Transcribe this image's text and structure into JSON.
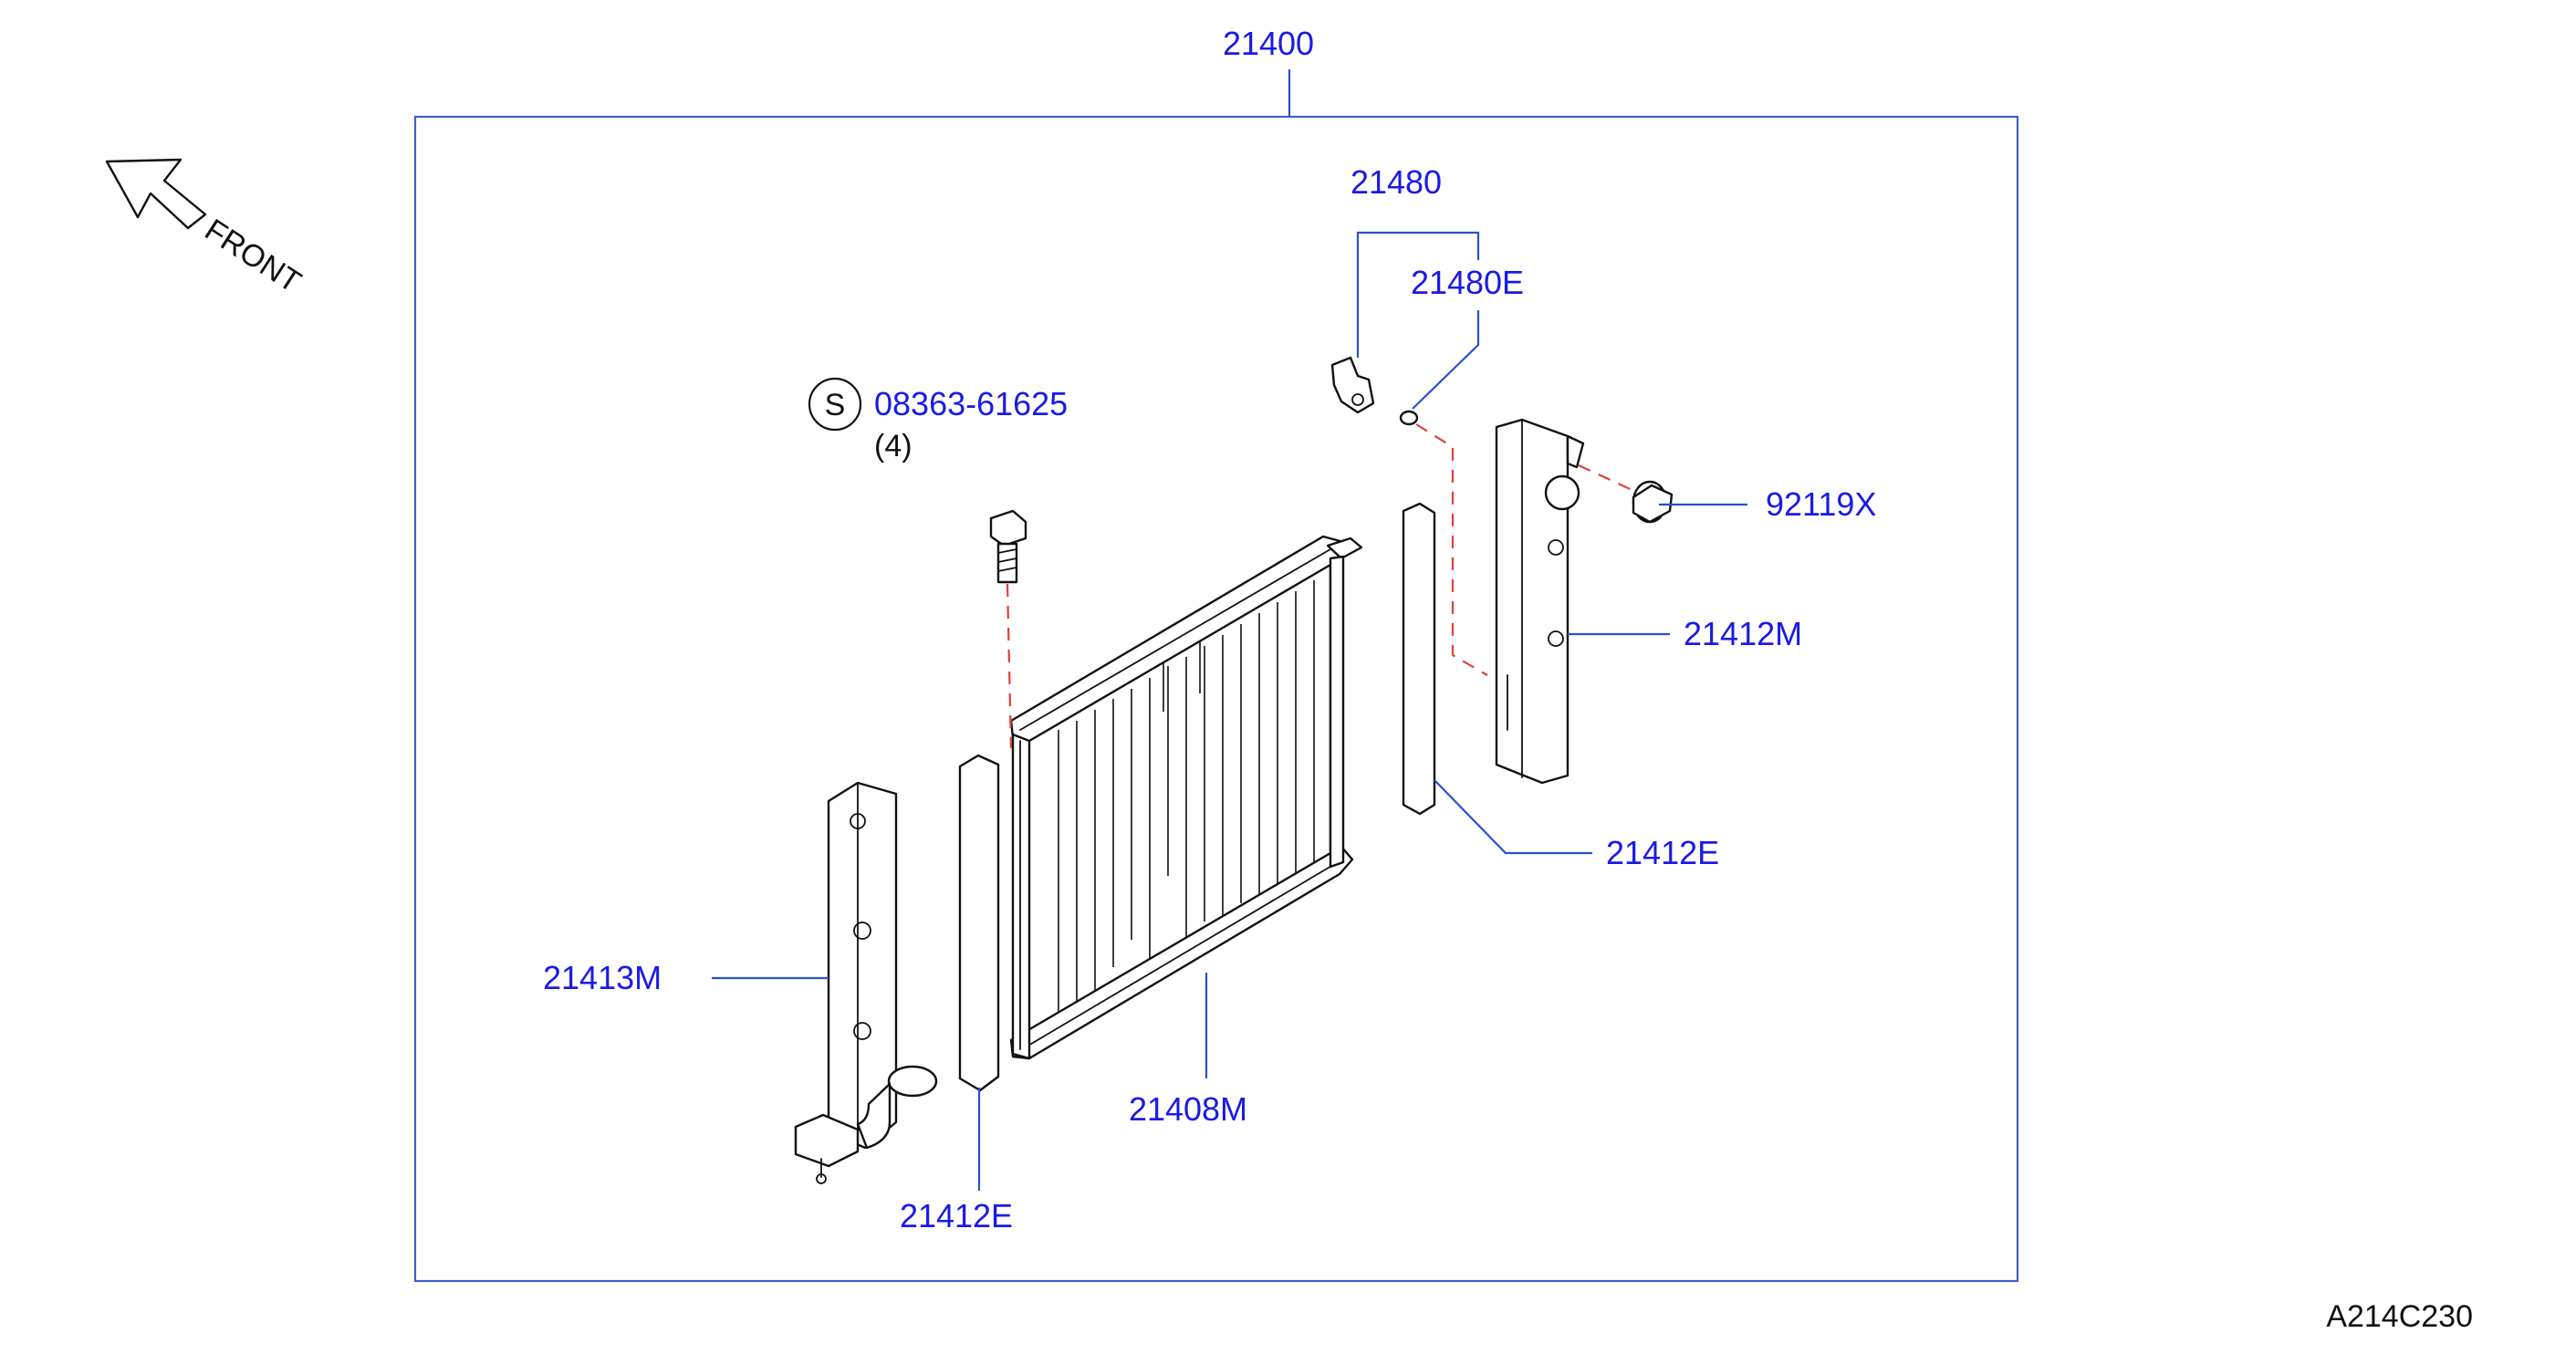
{
  "assembly": {
    "part_no": "21400"
  },
  "front_indicator": {
    "label": "FRONT"
  },
  "callouts": {
    "drain_cock": "21480",
    "drain_cock_oring": "21480E",
    "bolt_symbol": "S",
    "bolt": "08363-61625",
    "bolt_qty": "(4)",
    "mount_bushing": "92119X",
    "right_tank": "21412M",
    "right_seal": "21412E",
    "left_tank": "21413M",
    "core": "21408M",
    "left_seal": "21412E"
  },
  "illustration_code": "A214C230",
  "colors": {
    "label": "#1a1ae6",
    "leader": "#2a4fd0",
    "dash": "#e0403a",
    "line": "#111111"
  }
}
